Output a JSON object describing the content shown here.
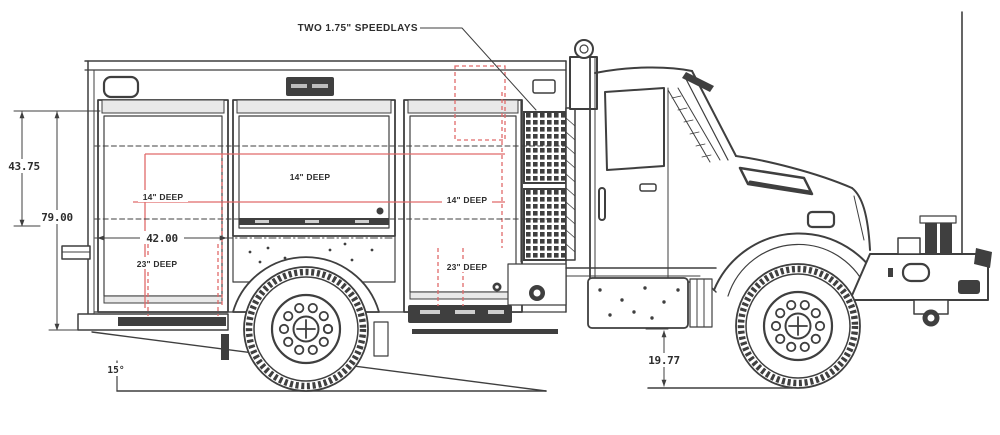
{
  "drawing": {
    "callouts": {
      "speedlays": "TWO 1.75\" SPEEDLAYS"
    },
    "dimensions": {
      "d43": "43.75",
      "d79": "79.00",
      "d42": "42.00",
      "d19": "19.77",
      "angle": "15°"
    },
    "depths": {
      "left14": "14\" DEEP",
      "mid14": "14\" DEEP",
      "right14": "14\" DEEP",
      "left23": "23\" DEEP",
      "right23": "23\" DEEP"
    },
    "colors": {
      "ink": "#3f3f3f",
      "highlight": "#e06a6a"
    }
  }
}
